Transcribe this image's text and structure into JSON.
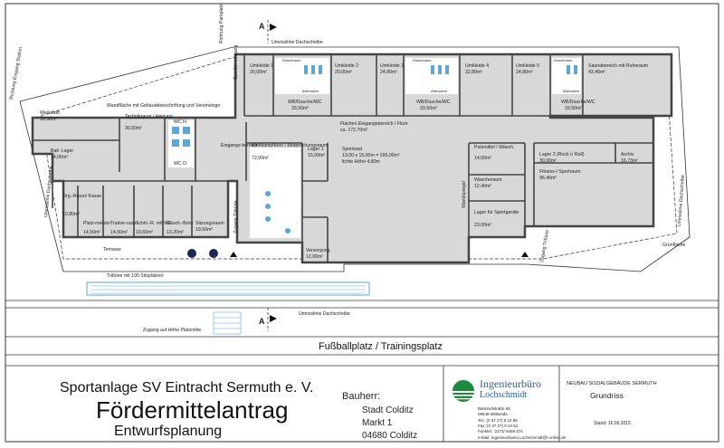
{
  "colors": {
    "building_fill": "#d8d8d8",
    "wall": "#444444",
    "fixture": "#5aa7d8",
    "logo_green": "#1d8a3e",
    "logo_blue": "#2a5f9e"
  },
  "plan": {
    "section_marker": "A",
    "roofline_top": "Umrisslinie Dachscheibe",
    "roofline_bottom": "Umrisslinie Dachscheibe",
    "roofline_right": "Umrisslinie Dachscheibe",
    "roofline_left": "Umrisslinie Dachscheibe",
    "direction_parking": "Richtung Parkplatz",
    "direction_station": "Richtung Eingang Station",
    "gallery_label": "Wandfläche mit Gebäudebeschriftung und Vereinslogo",
    "terrace": "Terrasse",
    "grandstand": "Tribüne mit 100 Sitzplätzen",
    "access_pitch": "Zugang auf Höhe Platzmitte",
    "green_area": "Grünfläche",
    "field": "Fußballplatz / Trainingsplatz",
    "rooms": {
      "werkstatt_name": "Werkstatt",
      "werkstatt_area": "39,30m²",
      "technik_name": "Technikraum / Heizung",
      "technik_area": "30,00m²",
      "wch": "WC H.",
      "wcd": "WC D.",
      "eingang": "Eingangs-bereich",
      "sportler": "Sportler-eingang",
      "ballager_name": "Ball- Lager",
      "ballager_area": "14,00m²",
      "org_name": "Org.-Raum/ Kasse",
      "org_area": "10,80m²",
      "platz_name": "Platz-meister",
      "platz_area": "14,50m²",
      "trainer_name": "Trainer-raum",
      "trainer_area": "14,50m²",
      "schiri_name": "Schiri.-R. mit WC",
      "schiri_area": "10,60m²",
      "gesch_name": "Gesch.-Büro",
      "gesch_area": "13,20m²",
      "sitzung_name": "Sitzungsraum",
      "sitzung_area": "19,50m²",
      "zugang_tribuene": "Zugang Tribüne",
      "wettkampf_name": "Wettkampfbüro / Besprechungsraum",
      "wettkampf_area": "72,00m²",
      "lager1_name": "Lager 1",
      "lager1_area": "15,00m²",
      "versorgung_name": "Versorgung",
      "versorgung_area": "12,00m²",
      "sportsaal_name": "Sportsaal",
      "sportsaal_dim": "13,00 x 15,00m = 195,00m²",
      "sportsaal_height": "lichte Höhe 4,80m",
      "putzmittel_name": "Putzmittel / Wäsch.",
      "putzmittel_area": "14,00m²",
      "waesche_name": "Wäscheraum",
      "waesche_area": "12,40m²",
      "lagersport_name": "Lager für Sportgeräte",
      "lagersport_area": "23,00m²",
      "wandspiegel": "Wandspiegel",
      "lager2_name": "Lager 2 (Rock´n´Roll)",
      "lager2_area": "30,00m²",
      "archiv_name": "Archiv",
      "archiv_area": "16,73m²",
      "fitness_name": "Fitness-/ Sportraum",
      "fitness_area": "96,40m²",
      "flure_name": "Flächen Eingangsbereich / Flure",
      "flure_area": "ca. 172,70m²",
      "umkleide1_name": "Umkleide 1",
      "umkleide1_area": "20,00m²",
      "umkleide2_name": "Umkleide 2",
      "umkleide2_area": "20,00m²",
      "umkleide3_name": "Umkleide 3",
      "umkleide3_area": "24,80m²",
      "umkleide4_name": "Umkleide 4",
      "umkleide4_area": "32,80m²",
      "umkleide5_name": "Umkleide 5",
      "umkleide5_area": "24,80m²",
      "sauna_name": "Saunabereich mit Ruheraum",
      "sauna_area": "43,40m²",
      "duschraum": "Duschraum",
      "abtrocken": "Abtrocken",
      "wb1_name": "WB/Dusche/WC",
      "wb1_area": "33,50m²",
      "wb2_name": "WB/Dusche/WC",
      "wb2_area": "33,50m²",
      "wb3_name": "WB/Dusche/WC",
      "wb3_area": "33,50m²"
    }
  },
  "titleblock": {
    "project": "Sportanlage SV Eintracht Sermuth e. V.",
    "headline": "Fördermittelantrag",
    "phase": "Entwurfsplanung",
    "client_label": "Bauherr:",
    "client_line1": "Stadt Colditz",
    "client_line2": "Markt 1",
    "client_line3": "04680 Colditz",
    "office_name1": "Ingenieurbüro",
    "office_name2": "Lochschmidt",
    "addr1": "Bahnhofstraße 69",
    "addr2": "09648 Mittweida",
    "tel": "Tel.: (0 37 27) 9 10 96",
    "fax": "Fax: (0 37 27) 9 24 51",
    "funk": "Funktel.: 0173/ 9459 474",
    "email": "e-Mail: Ingenieurbuero.Lochschmidt@t-online.de",
    "project_type": "NEUBAU SOZIALGEBÄUDE SERMUTH",
    "drawing": "Grundriss",
    "date": "Stand: 16.06.2015"
  }
}
